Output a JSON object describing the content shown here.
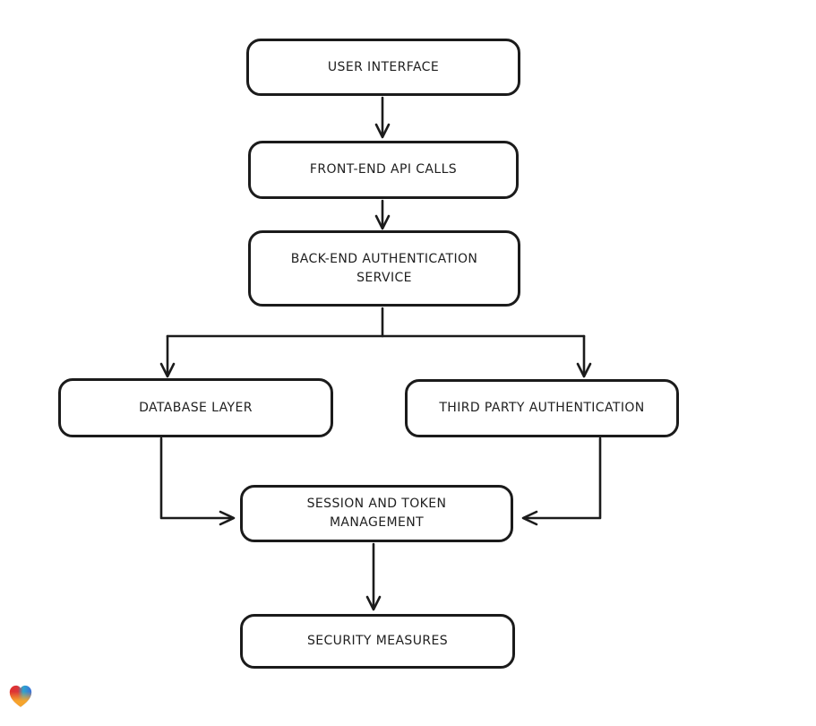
{
  "page": {
    "background_color": "#ffffff",
    "stroke_color": "#1b1b1b",
    "node_fill_color": "#ffffff"
  },
  "diagram": {
    "type": "flowchart",
    "nodes": [
      {
        "id": "user-interface",
        "label": "USER INTERFACE",
        "lines": [
          "USER INTERFACE"
        ]
      },
      {
        "id": "front-end-api-calls",
        "label": "FRONT-END API CALLS",
        "lines": [
          "FRONT-END API CALLS"
        ]
      },
      {
        "id": "back-end-authentication-service",
        "label": "BACK-END AUTHENTICATION SERVICE",
        "lines": [
          "BACK-END AUTHENTICATION",
          "SERVICE"
        ]
      },
      {
        "id": "database-layer",
        "label": "DATABASE LAYER",
        "lines": [
          "DATABASE LAYER"
        ]
      },
      {
        "id": "third-party-authentication",
        "label": "THIRD PARTY AUTHENTICATION",
        "lines": [
          "THIRD PARTY AUTHENTICATION"
        ]
      },
      {
        "id": "session-and-token-management",
        "label": "SESSION AND TOKEN MANAGEMENT",
        "lines": [
          "SESSION AND TOKEN",
          "MANAGEMENT"
        ]
      },
      {
        "id": "security-measures",
        "label": "SECURITY MEASURES",
        "lines": [
          "SECURITY MEASURES"
        ]
      }
    ],
    "edges": [
      {
        "from": "user-interface",
        "to": "front-end-api-calls"
      },
      {
        "from": "front-end-api-calls",
        "to": "back-end-authentication-service"
      },
      {
        "from": "back-end-authentication-service",
        "to": "database-layer"
      },
      {
        "from": "back-end-authentication-service",
        "to": "third-party-authentication"
      },
      {
        "from": "database-layer",
        "to": "session-and-token-management"
      },
      {
        "from": "third-party-authentication",
        "to": "session-and-token-management"
      },
      {
        "from": "session-and-token-management",
        "to": "security-measures"
      }
    ],
    "logo": {
      "name": "heart-logo",
      "colors": {
        "red": "#e3302c",
        "blue": "#2ba6cf",
        "deep_blue": "#3e6fd8",
        "orange": "#f6a42c"
      }
    }
  }
}
